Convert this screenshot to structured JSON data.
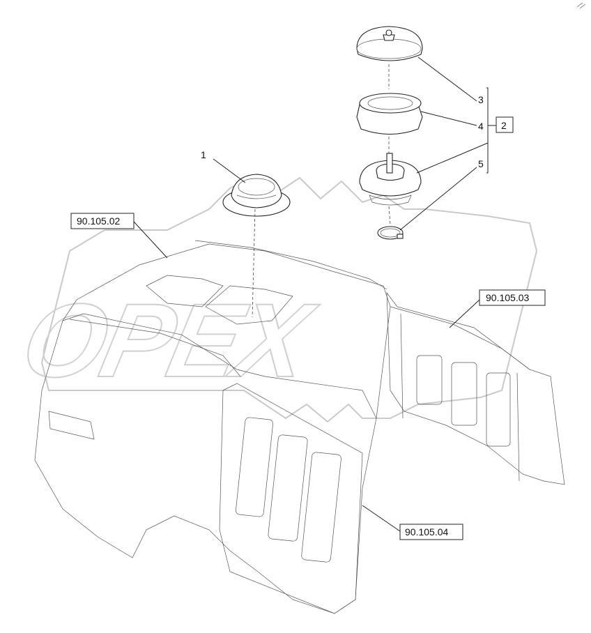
{
  "watermark": {
    "text": "OPEX"
  },
  "callouts": [
    {
      "id": "1",
      "label": "1"
    },
    {
      "id": "2",
      "label": "2"
    },
    {
      "id": "3",
      "label": "3"
    },
    {
      "id": "4",
      "label": "4"
    },
    {
      "id": "5",
      "label": "5"
    }
  ],
  "references": [
    {
      "id": "ref-90-105-02",
      "label": "90.105.02"
    },
    {
      "id": "ref-90-105-03",
      "label": "90.105.03"
    },
    {
      "id": "ref-90-105-04",
      "label": "90.105.04"
    }
  ]
}
